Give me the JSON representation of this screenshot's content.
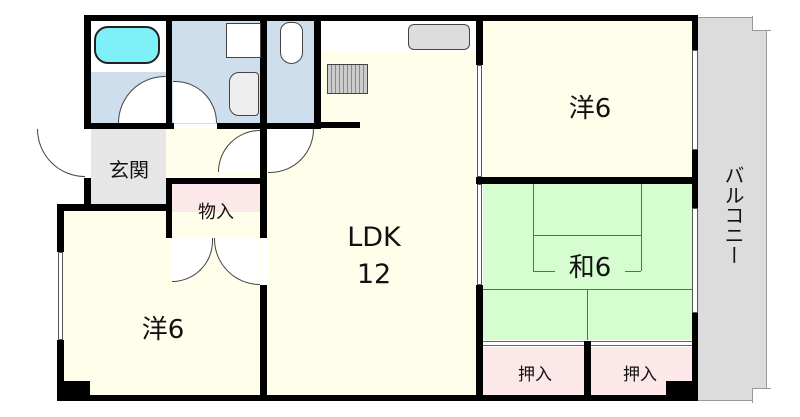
{
  "floor_plan": {
    "rooms": [
      {
        "id": "western-room-ne",
        "label": "洋6",
        "type": "Western-style room",
        "size_jo": 6
      },
      {
        "id": "japanese-room",
        "label": "和6",
        "type": "Japanese-style tatami room",
        "size_jo": 6
      },
      {
        "id": "ldk",
        "label_line1": "LDK",
        "label_line2": "12",
        "type": "Living Dining Kitchen",
        "size_jo": 12
      },
      {
        "id": "western-room-sw",
        "label": "洋6",
        "type": "Western-style room",
        "size_jo": 6
      },
      {
        "id": "entrance",
        "label": "玄関",
        "type": "Entrance"
      },
      {
        "id": "storage",
        "label": "物入",
        "type": "Storage closet"
      },
      {
        "id": "closet-left",
        "label": "押入",
        "type": "Futon closet"
      },
      {
        "id": "closet-right",
        "label": "押入",
        "type": "Futon closet"
      },
      {
        "id": "balcony",
        "label": "バルコニー",
        "type": "Balcony"
      },
      {
        "id": "bathroom",
        "type": "Bathroom"
      },
      {
        "id": "washroom",
        "type": "Washroom"
      },
      {
        "id": "toilet",
        "type": "Toilet"
      }
    ],
    "labels": {
      "western_ne": "洋6",
      "japanese": "和6",
      "ldk_1": "LDK",
      "ldk_2": "12",
      "western_sw": "洋6",
      "entrance": "玄関",
      "storage": "物入",
      "closet_left": "押入",
      "closet_right": "押入",
      "balcony": "バルコニー"
    },
    "colors": {
      "wall": "#000000",
      "western_floor": "#fffeeb",
      "tatami": "#d6fdd0",
      "closet": "#fce8e8",
      "wet_area": "#cfdeec",
      "entrance": "#e6e6e6",
      "balcony": "#dcdcdc",
      "bathtub_water": "#7ef0f8"
    }
  }
}
